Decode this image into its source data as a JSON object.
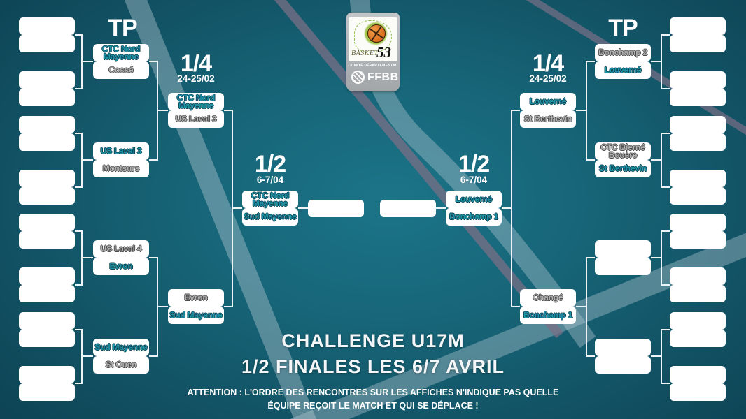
{
  "logo": {
    "brand": "BASKET",
    "number": "53",
    "committee": "COMITÉ DÉPARTEMENTAL",
    "federation": "FFBB"
  },
  "rounds": {
    "left": {
      "tp": {
        "label": "TP"
      },
      "quarter": {
        "label": "1/4",
        "date": "24-25/02"
      },
      "semi": {
        "label": "1/2",
        "date": "6-7/04"
      }
    },
    "right": {
      "tp": {
        "label": "TP"
      },
      "quarter": {
        "label": "1/4",
        "date": "24-25/02"
      },
      "semi": {
        "label": "1/2",
        "date": "6-7/04"
      }
    }
  },
  "bracket": {
    "left": {
      "round1": [
        {
          "top": "",
          "bottom": ""
        },
        {
          "top": "",
          "bottom": ""
        },
        {
          "top": "",
          "bottom": ""
        },
        {
          "top": "",
          "bottom": ""
        },
        {
          "top": "",
          "bottom": ""
        },
        {
          "top": "",
          "bottom": ""
        },
        {
          "top": "",
          "bottom": ""
        },
        {
          "top": "",
          "bottom": ""
        }
      ],
      "tp": [
        {
          "top": "CTC Nord Mayenne",
          "top_state": "win",
          "bottom": "Cossé",
          "bottom_state": "lose"
        },
        {
          "top": "US Laval 3",
          "top_state": "win",
          "bottom": "Montsurs",
          "bottom_state": "lose"
        },
        {
          "top": "US Laval 4",
          "top_state": "lose",
          "bottom": "Evron",
          "bottom_state": "win"
        },
        {
          "top": "Sud Mayenne",
          "top_state": "win",
          "bottom": "St Ouen",
          "bottom_state": "lose"
        }
      ],
      "quarter": [
        {
          "top": "CTC Nord Mayenne",
          "top_state": "win",
          "bottom": "US Laval 3",
          "bottom_state": "lose"
        },
        {
          "top": "Evron",
          "top_state": "lose",
          "bottom": "Sud Mayenne",
          "bottom_state": "win"
        }
      ],
      "semi": {
        "top": "CTC Nord Mayenne",
        "top_state": "pending",
        "bottom": "Sud Mayenne",
        "bottom_state": "pending"
      },
      "final": {
        "team": ""
      }
    },
    "right": {
      "round1": [
        {
          "top": "",
          "bottom": ""
        },
        {
          "top": "",
          "bottom": ""
        },
        {
          "top": "",
          "bottom": ""
        },
        {
          "top": "",
          "bottom": ""
        },
        {
          "top": "",
          "bottom": ""
        },
        {
          "top": "",
          "bottom": ""
        },
        {
          "top": "",
          "bottom": ""
        },
        {
          "top": "",
          "bottom": ""
        }
      ],
      "tp": [
        {
          "top": "Bonchamp 2",
          "top_state": "lose",
          "bottom": "Louverné",
          "bottom_state": "win"
        },
        {
          "top": "CTC Bierné Bouère",
          "top_state": "lose",
          "bottom": "St Berthevin",
          "bottom_state": "win"
        },
        {
          "top": "",
          "bottom": ""
        },
        {
          "top": "",
          "bottom": ""
        }
      ],
      "quarter": [
        {
          "top": "Louverné",
          "top_state": "win",
          "bottom": "St Berthevin",
          "bottom_state": "lose"
        },
        {
          "top": "Changé",
          "top_state": "lose",
          "bottom": "Bonchamp 1",
          "bottom_state": "win"
        }
      ],
      "semi": {
        "top": "Louverné",
        "top_state": "pending",
        "bottom": "Bonchamp 1",
        "bottom_state": "pending"
      },
      "final": {
        "team": ""
      }
    }
  },
  "footer": {
    "title": "CHALLENGE U17M",
    "subtitle": "1/2 FINALES LES 6/7 AVRIL",
    "notice_line1": "ATTENTION : L'ORDRE DES RENCONTRES SUR LES AFFICHES N'INDIQUE PAS QUELLE",
    "notice_line2": "ÉQUIPE REÇOIT LE MATCH ET QUI SE DÉPLACE !"
  },
  "colors": {
    "background": "#176578",
    "winner_text": "#1e93a8",
    "loser_text": "#b0b0b0",
    "connector": "#eef3f5",
    "stripe_light": "#b4c8d2",
    "stripe_mauve": "#7a6f86"
  }
}
